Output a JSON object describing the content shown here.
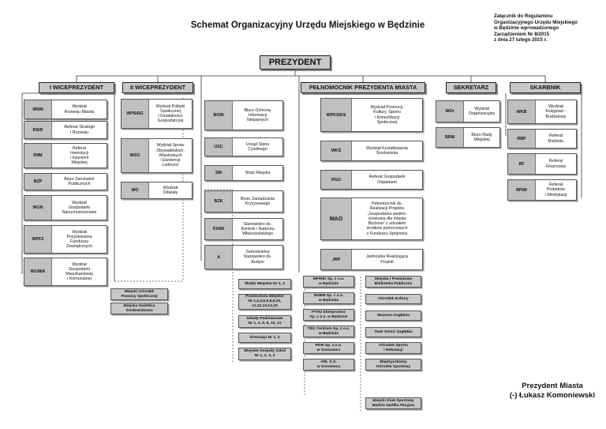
{
  "header": {
    "title": "Schemat Organizacyjny Urzędu Miejskiego w Będzinie",
    "annex": [
      "Załącznik do Regulaminu",
      "Organizacyjnego Urzędu Miejskiego",
      "w Będzinie wprowadzonego",
      "Zarządzeniem Nr 8/2015",
      "z dnia 27 lutego 2015 r."
    ]
  },
  "president": "PREZYDENT",
  "heads": {
    "vp1": "I WICEPREZYDENT",
    "vp2": "II WICEPREZYDENT",
    "plenipotentiary": "PEŁNOMOCNIK PREZYDENTA MIASTA",
    "secretary": "SEKRETARZ",
    "treasurer": "SKARBNIK"
  },
  "vp1_units": [
    {
      "code": "WRM",
      "name": "Wydział\nRozwoju Miasta"
    },
    {
      "code": "RSiR",
      "name": "Referat Strategii\ni Rozwoju"
    },
    {
      "code": "RIIM",
      "name": "Referat\nInwestycji\ni Inżynierii\nMiejskiej"
    },
    {
      "code": "BZP",
      "name": "Biuro Zamówień\nPublicznych"
    },
    {
      "code": "WGN",
      "name": "Wydział\nGospodarki\nNieruchomościami"
    },
    {
      "code": "WPFZ",
      "name": "Wydział\nPozyskiwania\nFunduszy\nZewnętrznych"
    },
    {
      "code": "WGMiK",
      "name": "Wydział\nGospodarki\nMieszkaniowej\ni Komunalnej"
    }
  ],
  "vp2_units": [
    {
      "code": "WPSiDG",
      "name": "Wydział Polityki\nSpołecznej\ni Działalności\nGospodarczej"
    },
    {
      "code": "WSO",
      "name": "Wydział Spraw\nObywatelskich,\nWojskowych\ni Ewidencji\nLudności"
    },
    {
      "code": "WO",
      "name": "Wydział\nOświaty"
    }
  ],
  "president_units": [
    {
      "code": "BOIN",
      "name": "Biuro Ochrony\nInformacji\nNiejawnych"
    },
    {
      "code": "USC",
      "name": "Urząd Stanu\nCywilnego"
    },
    {
      "code": "SM",
      "name": "Straż Miejska"
    },
    {
      "code": "BZK",
      "name": "Biuro Zarządzania\nKryzysowego"
    },
    {
      "code": "KiNW",
      "name": "Stanowisko ds.\nKontroli i Nadzoru\nWłaścicielskiego"
    },
    {
      "code": "A",
      "name": "Samodzielne\nStanowisko ds.\nAudytu"
    }
  ],
  "plen_units": [
    {
      "code": "WPKSiKS",
      "name": "Wydział Promocji,\nKultury, Sportu\ni Komunikacji\nSpołecznej"
    },
    {
      "code": "WKŚ",
      "name": "Wydział Kształtowania\nŚrodowiska"
    },
    {
      "code": "RGO",
      "name": "Referat Gospodarki\nOdpadami"
    },
    {
      "code": "MAO",
      "name": "Pełnomocnik ds.\nRealizacji Projektu\n„Gospodarka wodno-\nściekowa dla miasta\nBędzina” z udziałem\nśrodków pomocowych\nz Funduszu Spójności"
    },
    {
      "code": "JRP",
      "name": "Jednostka Realizująca\nProjekt"
    }
  ],
  "secretary_units": [
    {
      "code": "WOr",
      "name": "Wydział\nOrganizacyjny"
    },
    {
      "code": "BRM",
      "name": "Biuro Rady\nMiejskiej"
    }
  ],
  "treasurer_units": [
    {
      "code": "WKB",
      "name": "Wydział\nKsięgowo -\nBudżetowy"
    },
    {
      "code": "RBP",
      "name": "Referat\nBudżetu"
    },
    {
      "code": "RF",
      "name": "Referat\nFinansowy"
    },
    {
      "code": "RPiW",
      "name": "Referat\nPodatków\ni Windykacji"
    }
  ],
  "social_units": [
    "Miejski Ośrodek\nPomocy Społecznej",
    "Miejska Świetlica\nŚrodowiskowa"
  ],
  "education_units": [
    "Żłobki Miejskie Nr 1, 2",
    "Przedszkola Miejskie\nNr 1,2,4,5,6,8,9,10,\n11,12,13,14,15",
    "Szkoły Podstawowe\nNr 1, 4, 6, 8, 10, 11",
    "Gimnazja Nr 1, 3",
    "Miejskie Zespoły Szkół\nNr 1, 2, 3, 4"
  ],
  "companies": [
    "MPWiK Sp. z o.o.\nw Będzinie",
    "MZBM Sp. z o.o.\nw Będzinie",
    "PTHU Interpromex\nSp. z o.o. w Będzinie",
    "TBS Centrum Sp. z o.o.\nw Będzinie",
    "PKM Sp. z o.o.\nw Sosnowcu",
    "ARL S.A.\nw Sosnowcu"
  ],
  "culture_units": [
    "Miejska i Powiatowa\nBiblioteka Publiczna",
    "Ośrodek Kultury",
    "Muzeum Zagłębia",
    "Teatr Dzieci Zagłębia",
    "Ośrodek Sportu\ni Rekreacji",
    "Międzyszkolny\nOśrodek Sportowy",
    "Miejski Klub Sportowy\nBędzin Spółka Akcyjna"
  ],
  "signature": [
    "Prezydent Miasta",
    "(-) Łukasz Komoniewski"
  ]
}
